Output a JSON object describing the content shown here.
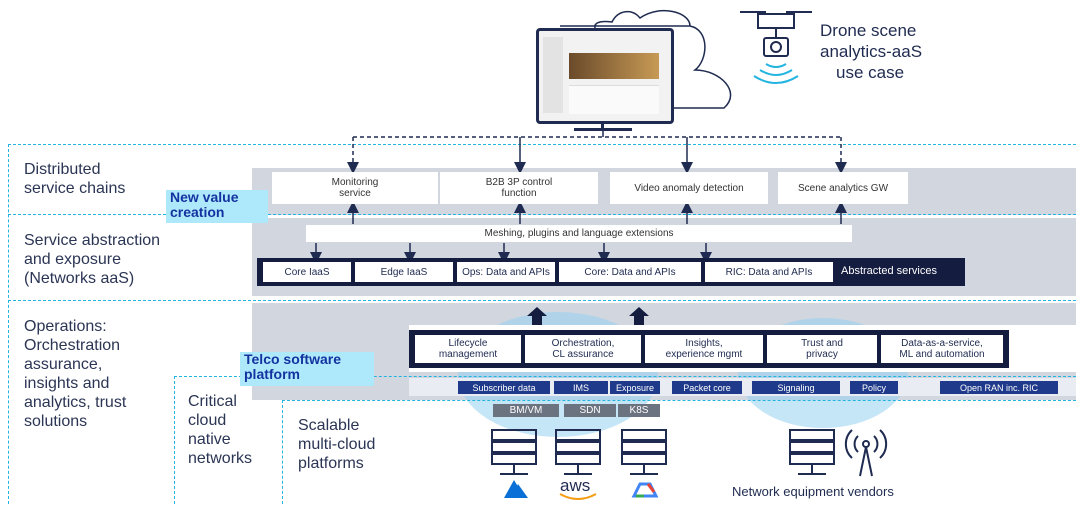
{
  "drone": {
    "label_line1": "Drone scene",
    "label_line2": "analytics-aaS",
    "label_line3": "use case"
  },
  "rows": {
    "row1": {
      "line1": "Distributed",
      "line2": "service chains"
    },
    "row2": {
      "line1": "Service abstraction",
      "line2": "and exposure",
      "line3": "(Networks aaS)"
    },
    "row3": {
      "line1": "Operations:",
      "line2": "Orchestration",
      "line3": "assurance,",
      "line4": "insights and",
      "line5": "analytics, trust",
      "line6": "solutions"
    }
  },
  "tags": {
    "new_value_line1": "New value",
    "new_value_line2": "creation",
    "telco_line1": "Telco software",
    "telco_line2": "platform"
  },
  "distributed": {
    "boxes": [
      {
        "line1": "Monitoring",
        "line2": "service"
      },
      {
        "line1": "B2B 3P control",
        "line2": "function"
      },
      {
        "line1": "Video anomaly detection",
        "line2": ""
      },
      {
        "line1": "Scene analytics GW",
        "line2": ""
      }
    ]
  },
  "abstraction": {
    "meshing": "Meshing, plugins and language extensions",
    "services": [
      "Core IaaS",
      "Edge IaaS",
      "Ops: Data and APIs",
      "Core: Data and APIs",
      "RIC: Data and APIs"
    ],
    "abstracted": "Abstracted services"
  },
  "operations": {
    "boxes": [
      {
        "line1": "Lifecycle",
        "line2": "management"
      },
      {
        "line1": "Orchestration,",
        "line2": "CL assurance"
      },
      {
        "line1": "Insights,",
        "line2": "experience mgmt"
      },
      {
        "line1": "Trust and",
        "line2": "privacy"
      },
      {
        "line1": "Data-as-a-service,",
        "line2": "ML and automation"
      }
    ],
    "pills": [
      "Subscriber data",
      "IMS",
      "Exposure",
      "Packet core",
      "Signaling",
      "Policy",
      "Open RAN inc. RIC"
    ]
  },
  "infra": {
    "gray": [
      "BM/VM",
      "SDN",
      "K8S"
    ],
    "critical": {
      "line1": "Critical",
      "line2": "cloud",
      "line3": "native",
      "line4": "networks"
    },
    "scalable": {
      "line1": "Scalable",
      "line2": "multi-cloud",
      "line3": "platforms"
    },
    "aws": "aws",
    "vendors": "Network equipment vendors"
  },
  "colors": {
    "band": "#d2d6df",
    "navy": "#141c3f",
    "pill": "#1f3a8a",
    "accent_tag": "#ade8fb",
    "dashed": "#23b5e0"
  }
}
